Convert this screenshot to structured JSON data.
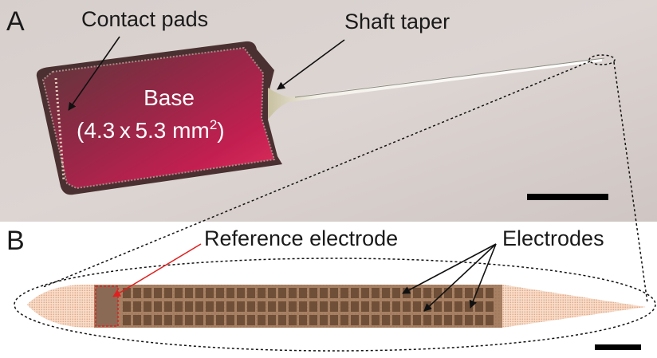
{
  "panel_a": {
    "letter": "A",
    "callout_contact_pads": "Contact pads",
    "callout_shaft_taper": "Shaft taper",
    "base_label": "Base",
    "base_dims_prefix": "(4.3 x 5.3 mm",
    "base_dims_sup": "2",
    "base_dims_suffix": ")"
  },
  "panel_b": {
    "letter": "B",
    "callout_reference": "Reference electrode",
    "callout_electrodes": "Electrodes"
  },
  "colors": {
    "photo_background": "#d9d2d0",
    "chip_base": "#b01e4a",
    "chip_border": "#6a4040",
    "shaft": "#ffffff",
    "shaft_tissue": "#f7e0cf",
    "electrode_array": "#a17a5e",
    "electrode_pad": "#6f4f38",
    "reference_highlight": "#e02020",
    "arrow": "#111111",
    "scale_bar": "#000000"
  }
}
